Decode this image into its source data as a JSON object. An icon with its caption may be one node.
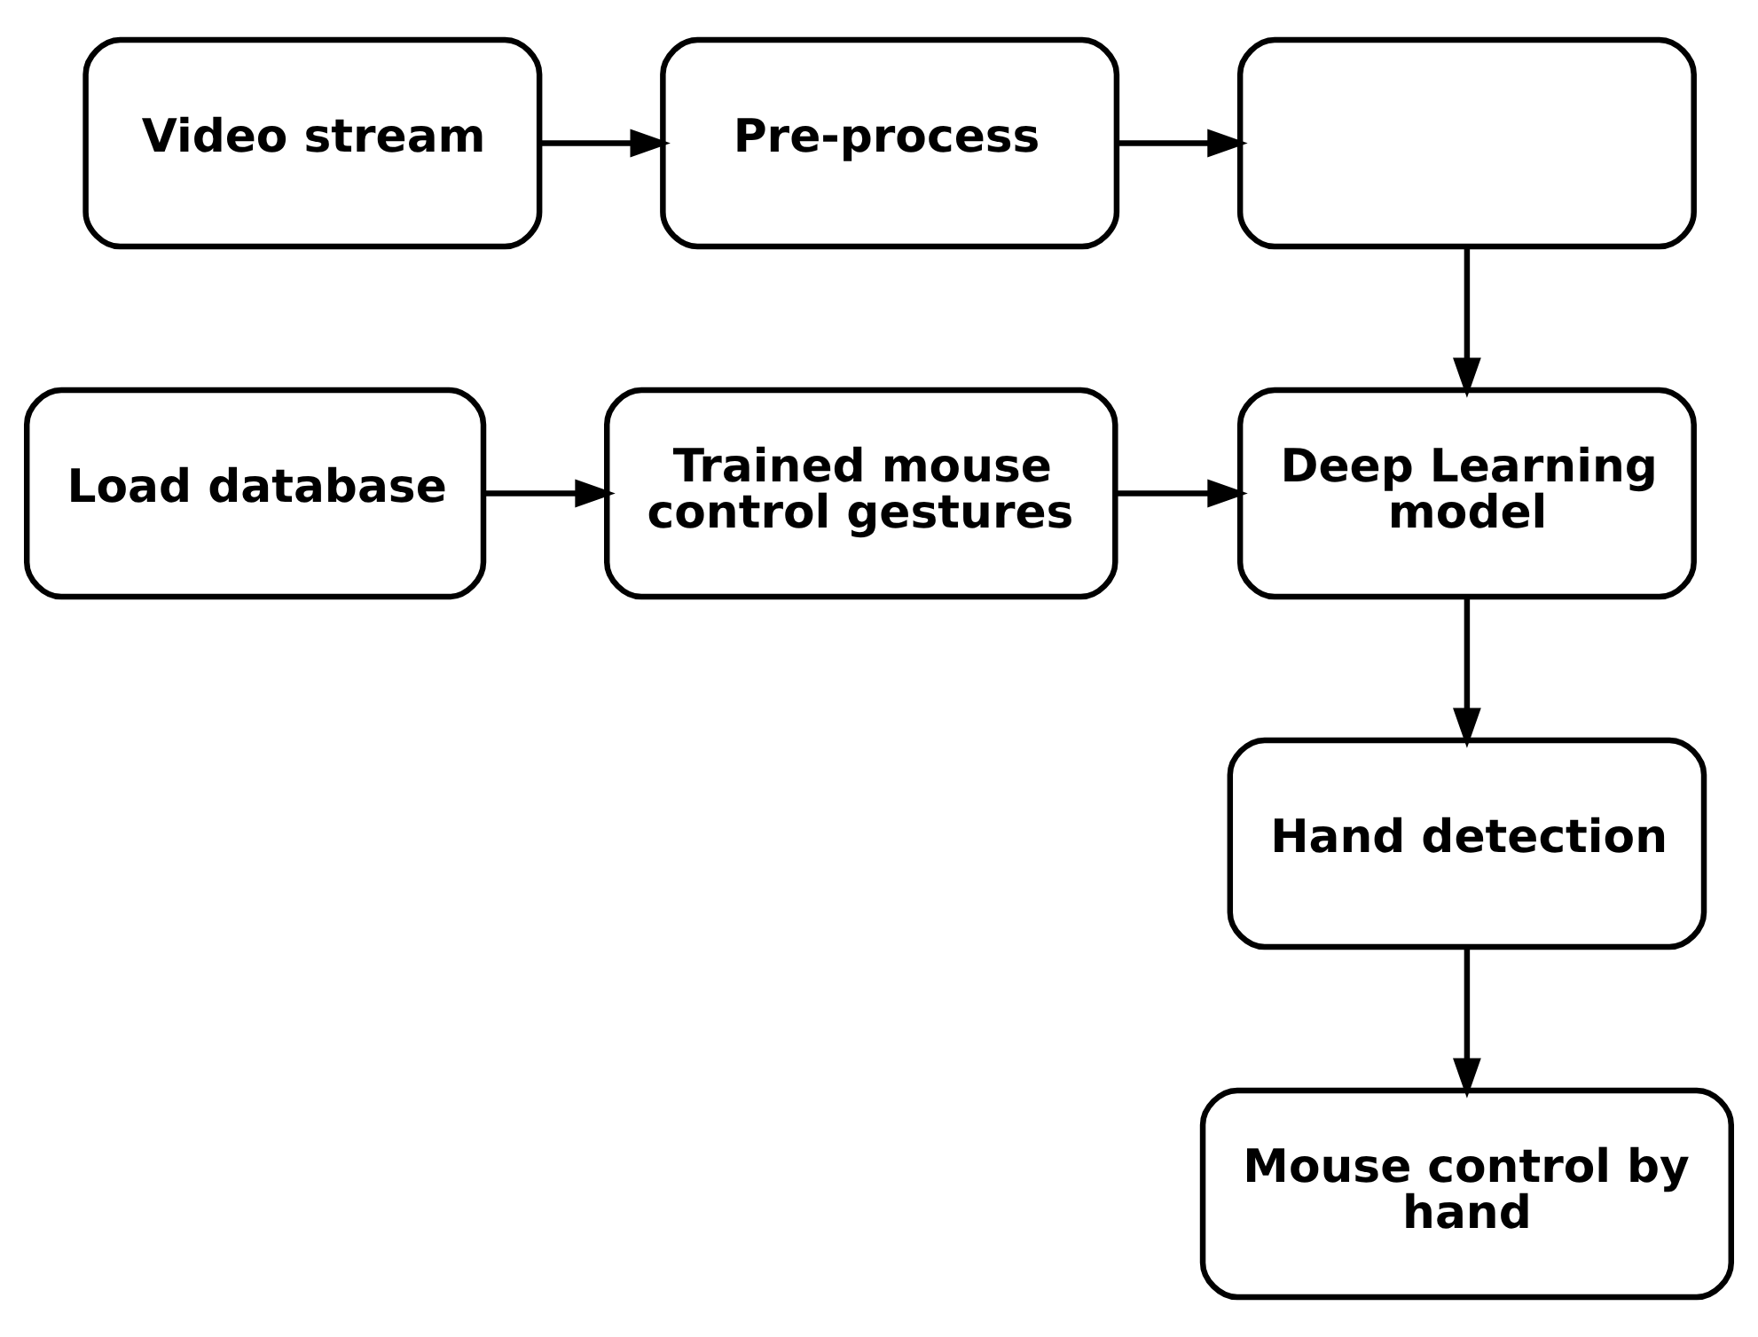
{
  "diagram": {
    "nodes": [
      {
        "text": [
          "Video stream"
        ]
      },
      {
        "text": [
          "Pre-process"
        ]
      },
      {
        "text": [],
        "shape": "box"
      },
      {
        "text": [
          "Load database"
        ]
      },
      {
        "text": [
          "Trained mouse control gestures"
        ]
      },
      {
        "text": [
          "Deep Learning model"
        ]
      },
      {
        "text": [
          "Hand detection"
        ]
      },
      {
        "text": [
          "Mouse control by hand"
        ]
      }
    ],
    "edges": [
      {
        "from": 0,
        "to": 1,
        "arrow": "to"
      },
      {
        "from": 1,
        "to": 2,
        "arrow": "to"
      },
      {
        "from": 2,
        "to": 5,
        "arrow": "to"
      },
      {
        "from": 3,
        "to": 4,
        "arrow": "to"
      },
      {
        "from": 4,
        "to": 5,
        "arrow": "to"
      },
      {
        "from": 5,
        "to": 6,
        "arrow": "to"
      },
      {
        "from": 6,
        "to": 7,
        "arrow": "to"
      }
    ]
  }
}
